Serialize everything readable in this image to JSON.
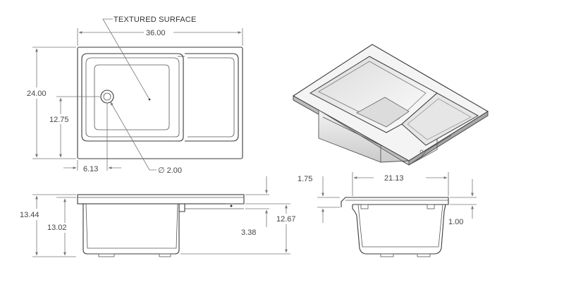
{
  "callout": {
    "label": "TEXTURED SURFACE"
  },
  "top_view": {
    "width": "36.00",
    "depth": "24.00",
    "drain_from_front": "12.75",
    "drain_from_side": "6.13",
    "drain_diameter": "∅ 2.00"
  },
  "front_view": {
    "overall_height": "13.44",
    "bowl_height": "13.02",
    "right_height": "12.67",
    "shelf_drop": "3.38"
  },
  "side_view": {
    "rim_offset": "1.75",
    "bowl_width": "21.13",
    "lip": "1.00"
  },
  "colors": {
    "line": "#3a3a3a",
    "dimension": "#777777",
    "shade_light": "#eeeeee",
    "shade_dark": "#bbbbbb"
  }
}
